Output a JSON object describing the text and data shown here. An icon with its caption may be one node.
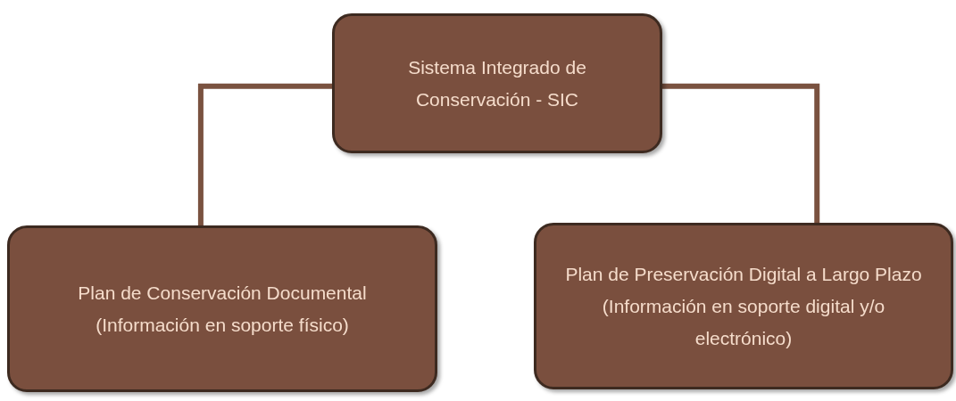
{
  "diagram": {
    "nodes": [
      {
        "text": [
          "Sistema Integrado de Conservación - SIC"
        ]
      },
      {
        "text": [
          "Plan de Conservación Documental (Información en soporte físico)"
        ]
      },
      {
        "text": [
          "Plan de Preservación  Digital a Largo Plazo (Información en soporte digital y/o electrónico)"
        ]
      }
    ],
    "edges": [
      {
        "from": 0,
        "to": 1,
        "arrow": "none"
      },
      {
        "from": 0,
        "to": 2,
        "arrow": "none"
      }
    ]
  }
}
